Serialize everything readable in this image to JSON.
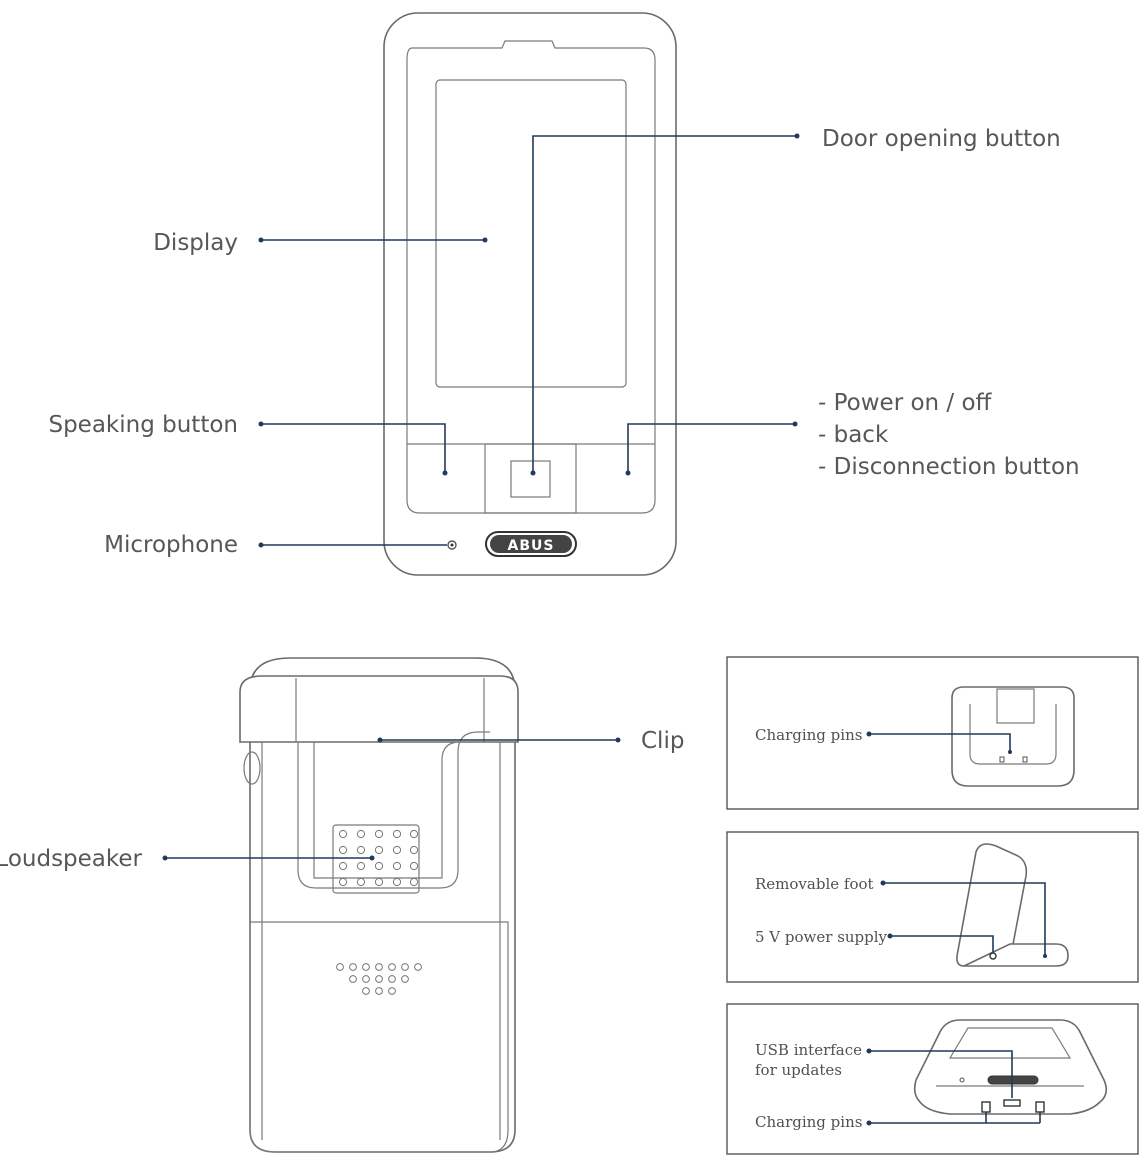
{
  "labels": {
    "door_opening_button": "Door opening button",
    "display": "Display",
    "speaking_button": "Speaking button",
    "power_line1": "- Power on / off",
    "power_line2": "- back",
    "power_line3": "- Disconnection button",
    "microphone": "Microphone",
    "clip": "Clip",
    "loudspeaker": "Loudspeaker",
    "charging_pins_top": "Charging pins",
    "removable_foot": "Removable foot",
    "power_supply": "5 V power supply",
    "usb_line1": "USB interface",
    "usb_line2": "for updates",
    "charging_pins_bottom": "Charging pins"
  },
  "logo": {
    "text": "ABUS"
  },
  "colors": {
    "leader": "#1f3a5a",
    "label": "#55575a",
    "outline": "#6a6a6a"
  }
}
